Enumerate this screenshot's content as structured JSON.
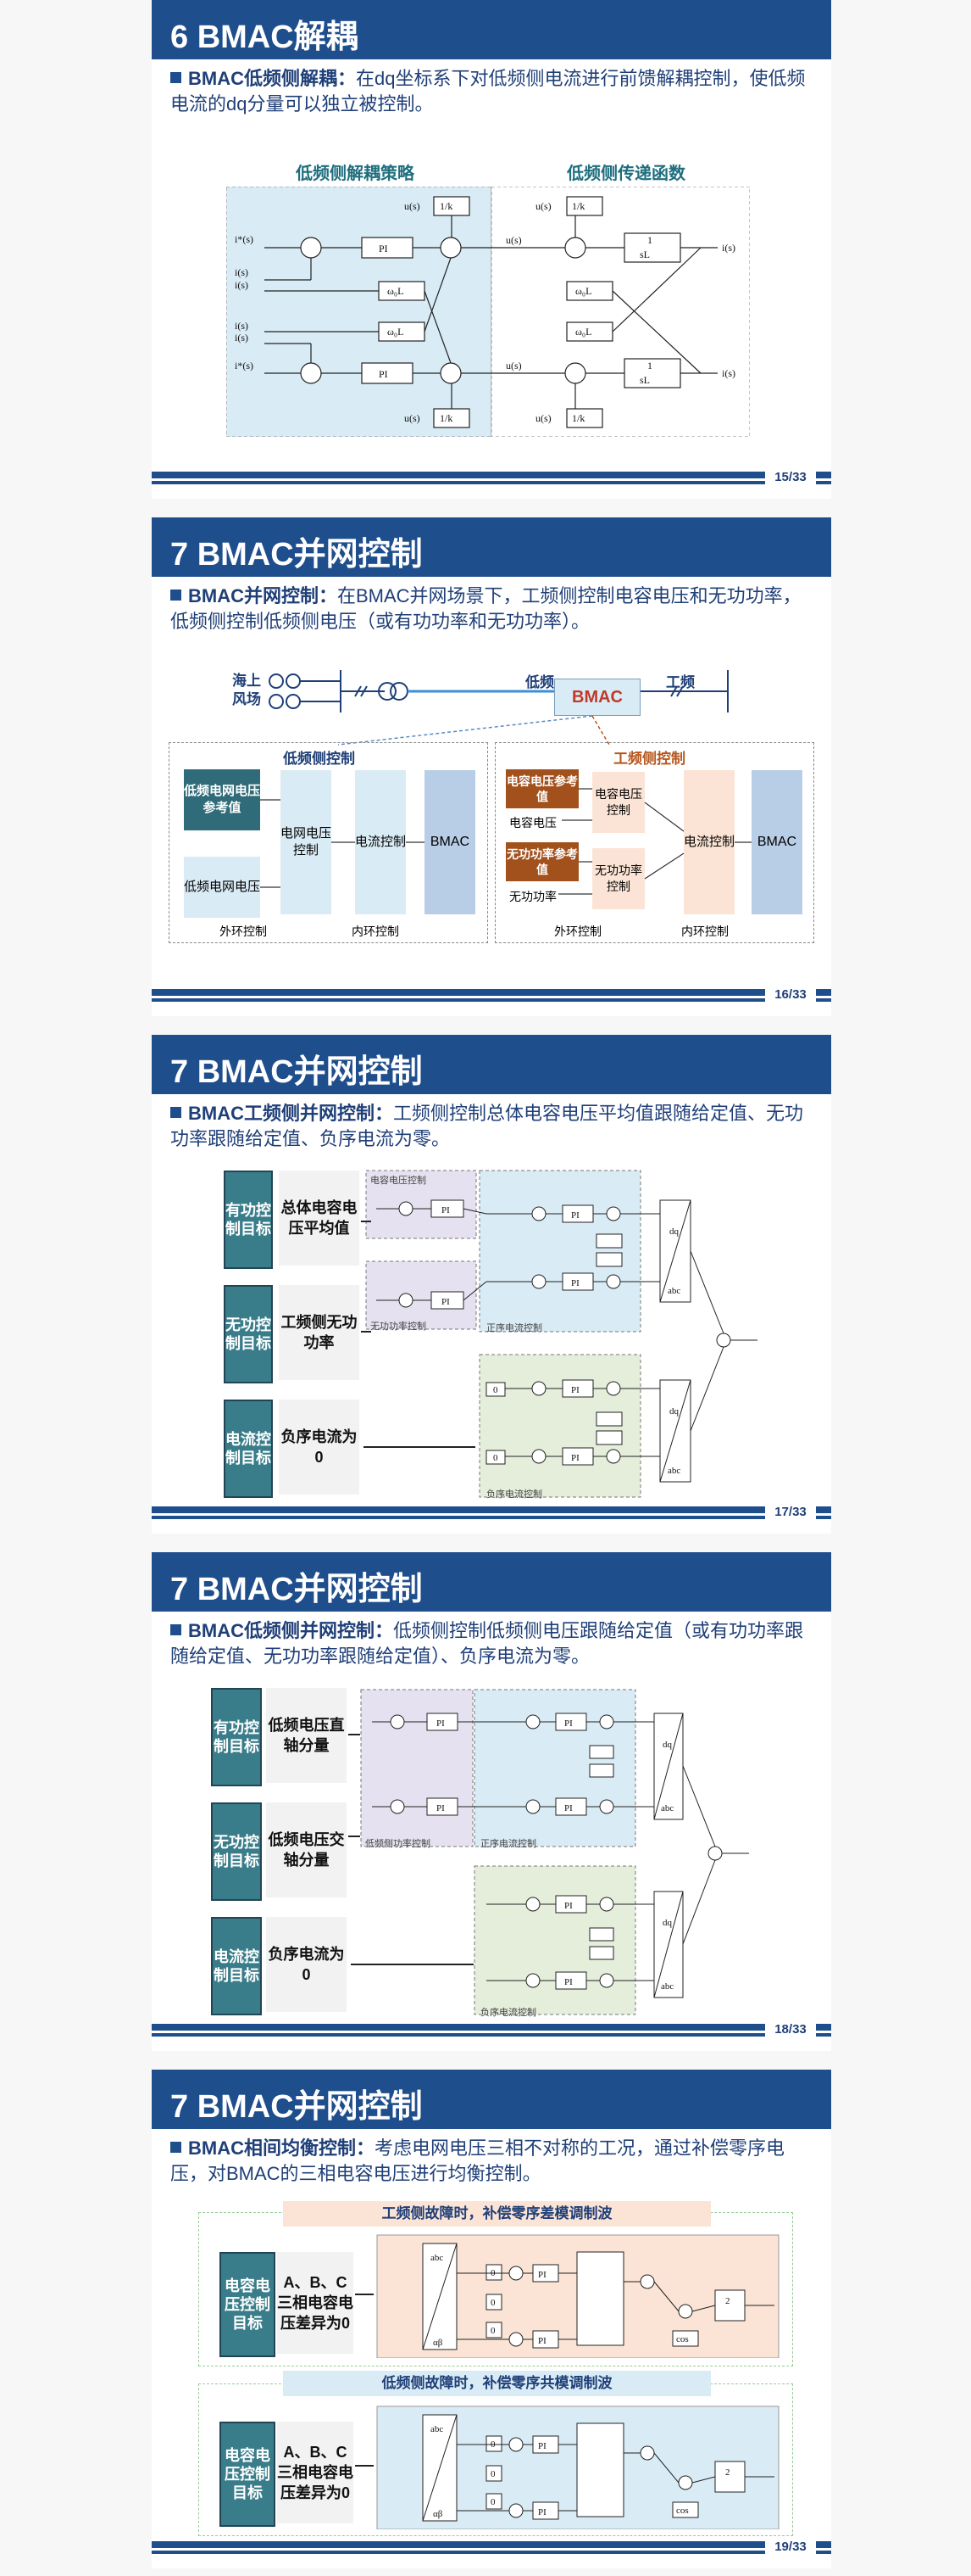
{
  "slides": [
    {
      "title": "6 BMAC解耦",
      "bullet_head": "BMAC低频侧解耦：",
      "bullet_body": "在dq坐标系下对低频侧电流进行前馈解耦控制，使低频电流的dq分量可以独立被控制。",
      "left_caption": "低频侧解耦策略",
      "right_caption": "低频侧传递函数",
      "page": "15/33"
    },
    {
      "title": "7 BMAC并网控制",
      "bullet_head": "BMAC并网控制：",
      "bullet_body": "在BMAC并网场景下，工频侧控制电容电压和无功功率，低频侧控制低频侧电压（或有功功率和无功功率）。",
      "wind_farm": "海上风场",
      "low_freq": "低频",
      "power_freq": "工频",
      "bmac": "BMAC",
      "low_ctrl_title": "低频侧控制",
      "pf_ctrl_title": "工频侧控制",
      "low_ref": "低频电网电压参考值",
      "low_volt": "低频电网电压",
      "grid_ctrl": "电网电压控制",
      "cur_ctrl": "电流控制",
      "cap_ref": "电容电压参考值",
      "cap_volt": "电容电压",
      "cap_ctrl": "电容电压控制",
      "q_ref": "无功功率参考值",
      "q_val": "无功功率",
      "q_ctrl": "无功功率控制",
      "outer": "外环控制",
      "inner": "内环控制",
      "page": "16/33"
    },
    {
      "title": "7 BMAC并网控制",
      "bullet_head": "BMAC工频侧并网控制：",
      "bullet_body": "工频侧控制总体电容电压平均值跟随给定值、无功功率跟随给定值、负序电流为零。",
      "rows": [
        {
          "goal": "有功控制目标",
          "text": "总体电容电压平均值"
        },
        {
          "goal": "无功控制目标",
          "text": "工频侧无功功率"
        },
        {
          "goal": "电流控制目标",
          "text": "负序电流为0"
        }
      ],
      "sub_labels": [
        "电容电压控制",
        "无功功率控制",
        "正序电流控制",
        "负序电流控制"
      ],
      "page": "17/33"
    },
    {
      "title": "7 BMAC并网控制",
      "bullet_head": "BMAC低频侧并网控制：",
      "bullet_body": "低频侧控制低频侧电压跟随给定值（或有功功率跟随给定值、无功功率跟随给定值）、负序电流为零。",
      "rows": [
        {
          "goal": "有功控制目标",
          "text": "低频电压直轴分量"
        },
        {
          "goal": "无功控制目标",
          "text": "低频电压交轴分量"
        },
        {
          "goal": "电流控制目标",
          "text": "负序电流为0"
        }
      ],
      "sub_labels": [
        "低频侧功率控制",
        "正序电流控制",
        "负序电流控制"
      ],
      "page": "18/33"
    },
    {
      "title": "7 BMAC并网控制",
      "bullet_head": "BMAC相间均衡控制：",
      "bullet_body": "考虑电网电压三相不对称的工况，通过补偿零序电压，对BMAC的三相电容电压进行均衡控制。",
      "top_banner": "工频侧故障时，补偿零序差模调制波",
      "bottom_banner": "低频侧故障时，补偿零序共模调制波",
      "goal": "电容电压控制目标",
      "goal_text": "A、B、C三相电容电压差异为0",
      "page": "19/33"
    }
  ],
  "colors": {
    "header": "#1f4e8c",
    "teal": "#3a7d8a",
    "orange": "#b5561d",
    "bmac_red": "#c0392b",
    "light_blue": "#d9ebf5",
    "light_purple": "#e6e1f0",
    "light_green": "#e4eeda",
    "light_orange": "#fbe4d5"
  }
}
